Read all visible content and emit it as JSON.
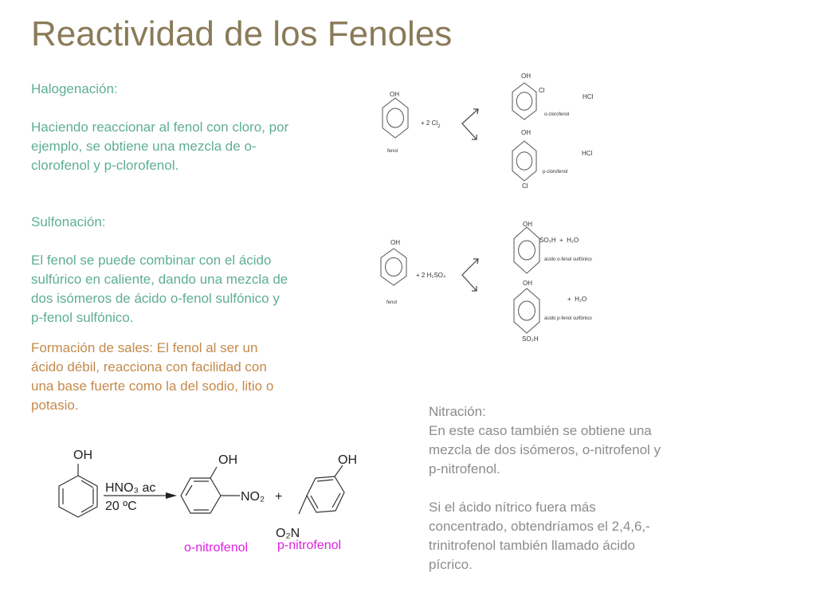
{
  "title": "Reactividad de los Fenoles",
  "halogenacion": {
    "heading": "Halogenación:",
    "lines": [
      "Haciendo reaccionar al fenol con cloro, por",
      "ejemplo, se obtiene una mezcla de o-",
      "clorofenol y p-clorofenol."
    ],
    "diagram": {
      "oh": "OH",
      "fenol": "fenol",
      "reagent": "+ 2 Cl",
      "reagent_sub": "2",
      "o_oh": "OH",
      "o_cl": "Cl",
      "o_name": "o-clorofenol",
      "o_hcl": "HCl",
      "p_oh": "OH",
      "p_hcl": "HCl",
      "p_name": "p-clorofenol",
      "p_cl": "Cl"
    }
  },
  "sulfonacion": {
    "heading": "Sulfonación:",
    "lines": [
      "El fenol se puede combinar con el ácido",
      "sulfúrico en caliente, dando una mezcla de",
      "dos isómeros de ácido o-fenol sulfónico y",
      "p-fenol sulfónico."
    ],
    "diagram": {
      "oh": "OH",
      "fenol": "fenol",
      "reagent": "+ 2 H₂SO₄",
      "o_oh": "OH",
      "o_group": "SO₃H  +  H₂O",
      "o_name": "ácido o-fenol sulfónico",
      "p_oh": "OH",
      "p_water": "+  H₂O",
      "p_name": "ácido p-fenol sulfónico",
      "p_group": "SO₃H"
    }
  },
  "sales": {
    "lines": [
      "Formación de sales: El fenol al ser un",
      "ácido débil, reacciona con facilidad con",
      "una base fuerte como la del sodio, litio o",
      "potasio."
    ]
  },
  "nitracion": {
    "lines": [
      "Nitración:",
      "En este caso también se obtiene una",
      "mezcla de dos isómeros, o-nitrofenol y",
      "p-nitrofenol.",
      "",
      "Si el ácido nítrico fuera más",
      "concentrado, obtendríamos el 2,4,6,-",
      "trinitrofenol  también llamado ácido",
      "pícrico."
    ],
    "diagram": {
      "oh": "OH",
      "reagent": "HNO₃ ac",
      "conditions": "20 ºC",
      "o_oh": "OH",
      "o_no2": "NO₂",
      "plus": "+",
      "p_oh": "OH",
      "p_no2": "O₂N",
      "o_name": "o-nitrofenol",
      "p_name": "p-nitrofenol"
    }
  },
  "colors": {
    "title": "#8a7b58",
    "green": "#5fae93",
    "orange": "#c48a4a",
    "gray": "#8c8c8c",
    "magenta": "#e020e0"
  }
}
